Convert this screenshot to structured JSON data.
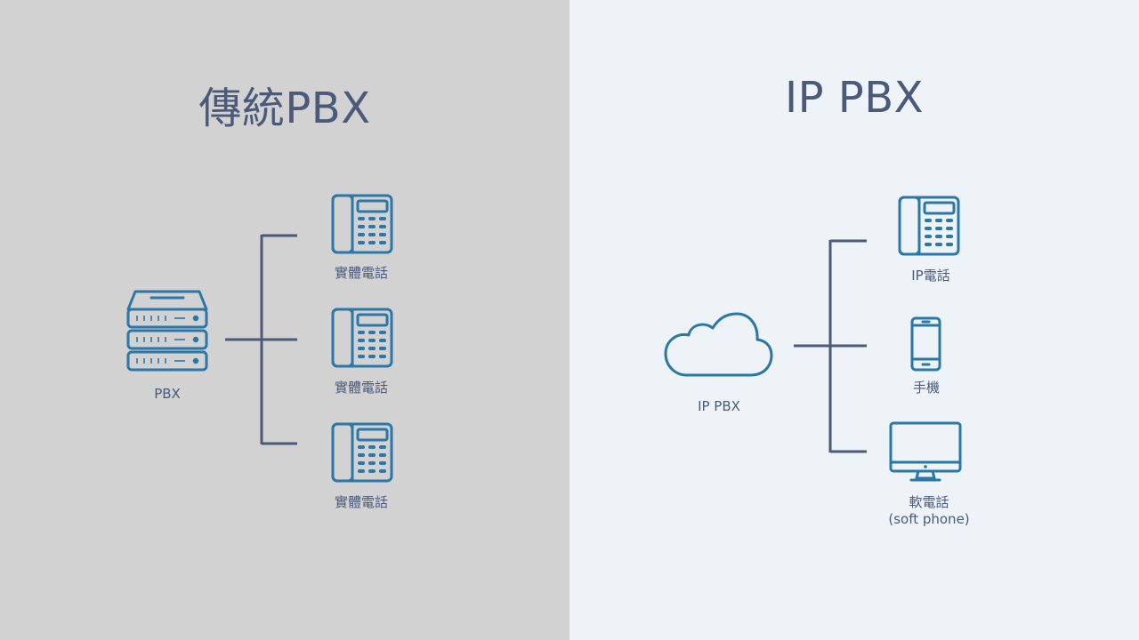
{
  "left": {
    "title": "傳統PBX",
    "pbx_label": "PBX",
    "phones": [
      "實體電話",
      "實體電話",
      "實體電話"
    ]
  },
  "right": {
    "title": "IP PBX",
    "cloud_label": "IP PBX",
    "endpoints": [
      "IP電話",
      "手機",
      "軟電話",
      "(soft phone)"
    ]
  },
  "colors": {
    "left_background": "#d2d2d2",
    "right_background": "#eef3f8",
    "text": "#4a5a78",
    "icon": "#2a77a8",
    "connector": "#4a5a78"
  },
  "icons": [
    "server-rack-icon",
    "desk-phone-icon",
    "cloud-icon",
    "smartphone-icon",
    "desktop-monitor-icon"
  ]
}
